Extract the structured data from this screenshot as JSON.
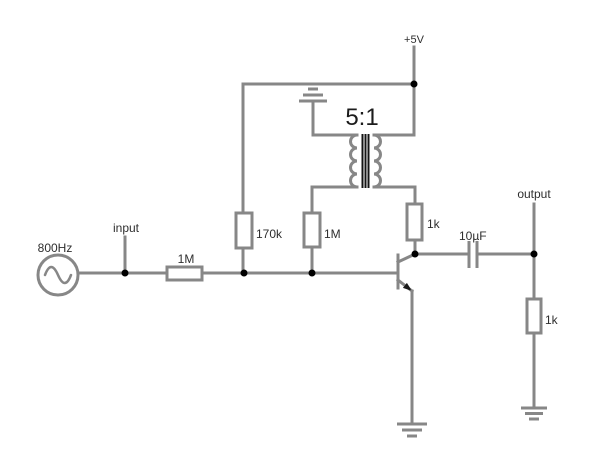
{
  "title": "transistor amplifier circuit schematic",
  "colors": {
    "background": "#ffffff",
    "wire": "#878787",
    "positive_wire": "#1fce1f",
    "negative_wire": "#a66a6a",
    "junction": "#000000",
    "label_text": "#2e2e2e"
  },
  "labels": {
    "supply": "+5V",
    "source_frequency": "800Hz",
    "input_node": "input",
    "output_node": "output",
    "transformer_ratio": "5:1",
    "series_resistor": "1M",
    "bias_resistor": "170k",
    "shunt_resistor": "1M",
    "collector_resistor": "1k",
    "load_resistor": "1k",
    "coupling_capacitor": "10µF"
  }
}
